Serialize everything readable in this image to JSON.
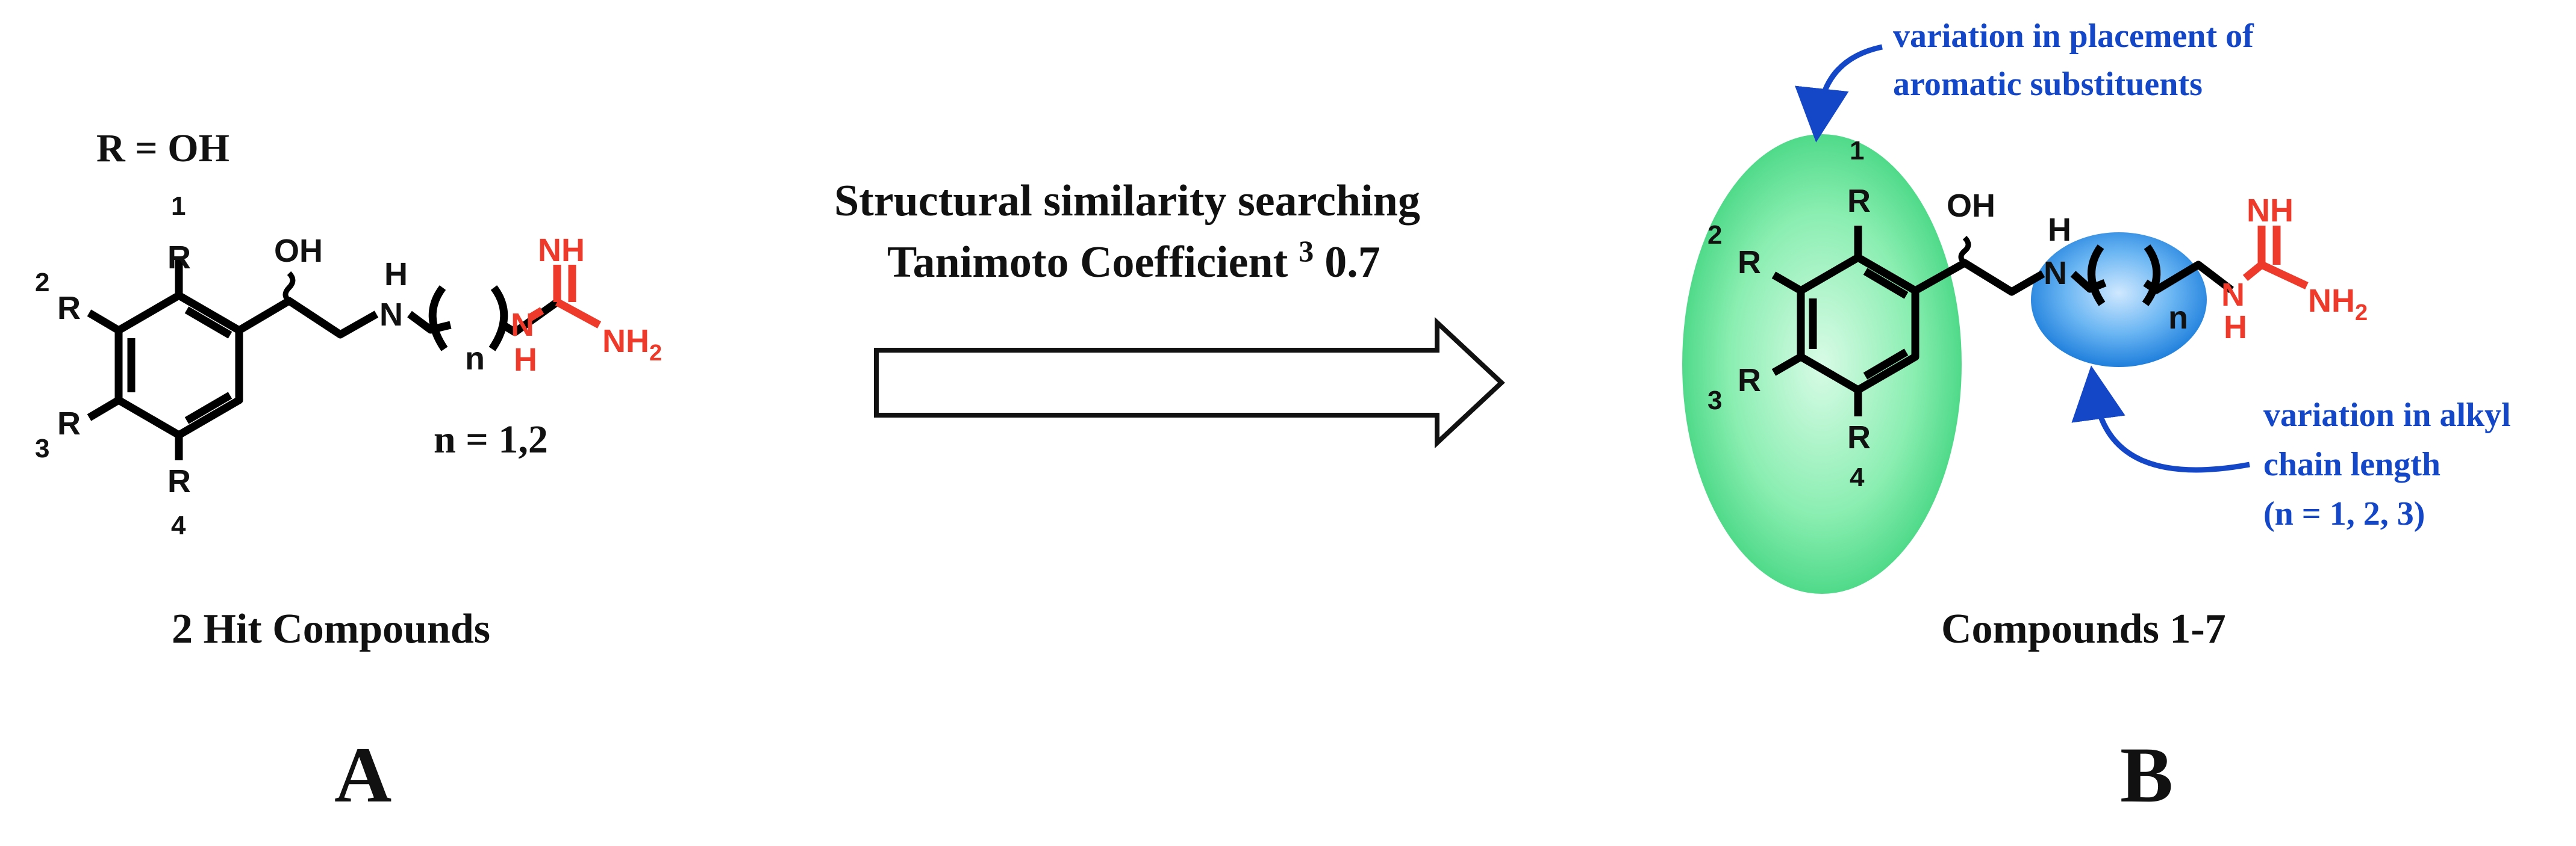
{
  "colors": {
    "text": "#111111",
    "guanidine": "#ee3a2a",
    "annotation": "#1446c8",
    "green_region": "#5de08f",
    "blue_region": "#2d8ee6",
    "arrow_fill": "#ffffff"
  },
  "panel_a": {
    "r_definition": "R = OH",
    "positions": [
      "1",
      "2",
      "3",
      "4"
    ],
    "substituent": "R",
    "hydroxyl": "OH",
    "amine_h": "H",
    "amine_n": "N",
    "chain_n": "n",
    "guanidine_nh": "NH",
    "guanidine_n": "N",
    "guanidine_h": "H",
    "guanidine_nh2": "NH",
    "guanidine_sub2": "2",
    "n_values": "n = 1,2",
    "caption": "2 Hit Compounds",
    "letter": "A"
  },
  "transition": {
    "line1": "Structural similarity searching",
    "line2_prefix": "Tanimoto Coefficient",
    "line2_symbol": "3",
    "line2_value": "0.7"
  },
  "panel_b": {
    "positions": [
      "1",
      "2",
      "3",
      "4"
    ],
    "substituent": "R",
    "hydroxyl": "OH",
    "amine_h": "H",
    "amine_n": "N",
    "chain_n": "n",
    "guanidine_nh": "NH",
    "guanidine_n": "N",
    "guanidine_h": "H",
    "guanidine_nh2": "NH",
    "guanidine_sub2": "2",
    "annotation_top": [
      "variation in placement of",
      "aromatic substituents"
    ],
    "annotation_bottom": [
      "variation in alkyl",
      "chain length",
      "(n = 1, 2, 3)"
    ],
    "caption": "Compounds 1-7",
    "letter": "B"
  }
}
